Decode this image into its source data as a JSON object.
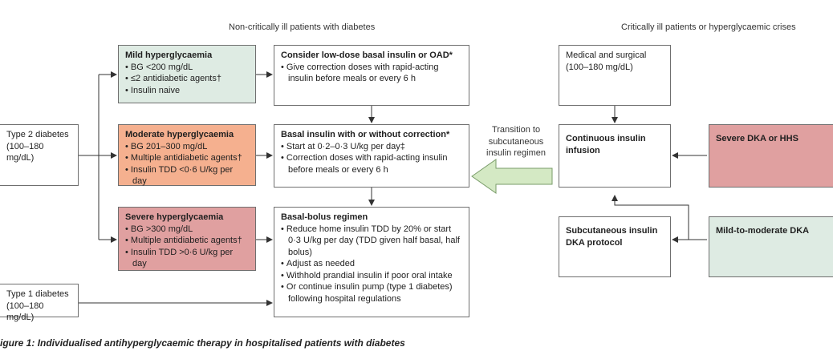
{
  "colors": {
    "green": "#deebe3",
    "orange": "#f5b08f",
    "red": "#e0a0a0",
    "arrow_green": "#d4e9c4"
  },
  "headings": {
    "left": "Non-critically ill patients with diabetes",
    "right": "Critically ill patients or hyperglycaemic crises"
  },
  "type2": {
    "line1": "Type 2 diabetes",
    "line2": "(100–180 mg/dL)"
  },
  "type1": {
    "line1": "Type 1 diabetes",
    "line2": "(100–180 mg/dL)"
  },
  "mild": {
    "title": "Mild hyperglycaemia",
    "items": [
      "BG <200 mg/dL",
      "≤2 antidiabetic agents†",
      "Insulin naive"
    ]
  },
  "moderate": {
    "title": "Moderate hyperglycaemia",
    "items": [
      "BG 201–300 mg/dL",
      "Multiple antidiabetic agents†",
      "Insulin TDD <0·6 U/kg per day"
    ]
  },
  "severe": {
    "title": "Severe hyperglycaemia",
    "items": [
      "BG >300 mg/dL",
      "Multiple antidiabetic agents†",
      "Insulin TDD >0·6 U/kg per day"
    ]
  },
  "consider": {
    "title": "Consider low-dose basal insulin or OAD*",
    "items": [
      "Give correction doses with rapid-acting insulin before meals or every 6 h"
    ]
  },
  "basal": {
    "title": "Basal insulin with or without correction*",
    "items": [
      "Start at 0·2–0·3 U/kg per day‡",
      "Correction doses with rapid-acting insulin before meals or every 6 h"
    ]
  },
  "bolus": {
    "title": "Basal-bolus regimen",
    "items": [
      "Reduce home insulin TDD by 20% or start 0·3 U/kg per day (TDD given half basal, half bolus)",
      "Adjust as needed",
      "Withhold prandial insulin if poor oral intake",
      "Or continue insulin pump (type 1 diabetes) following hospital regulations"
    ]
  },
  "transition": "Transition to subcutaneous insulin regimen",
  "medical": {
    "line1": "Medical and surgical",
    "line2": "(100–180 mg/dL)"
  },
  "continuous": {
    "line1": "Continuous insulin",
    "line2": "infusion"
  },
  "subcut": {
    "line1": "Subcutaneous insulin",
    "line2": "DKA protocol"
  },
  "severe_dka": "Severe DKA or HHS",
  "mild_dka": "Mild-to-moderate DKA",
  "caption": {
    "label": "igure 1:",
    "text": "Individualised antihyperglycaemic therapy in hospitalised patients with diabetes"
  }
}
